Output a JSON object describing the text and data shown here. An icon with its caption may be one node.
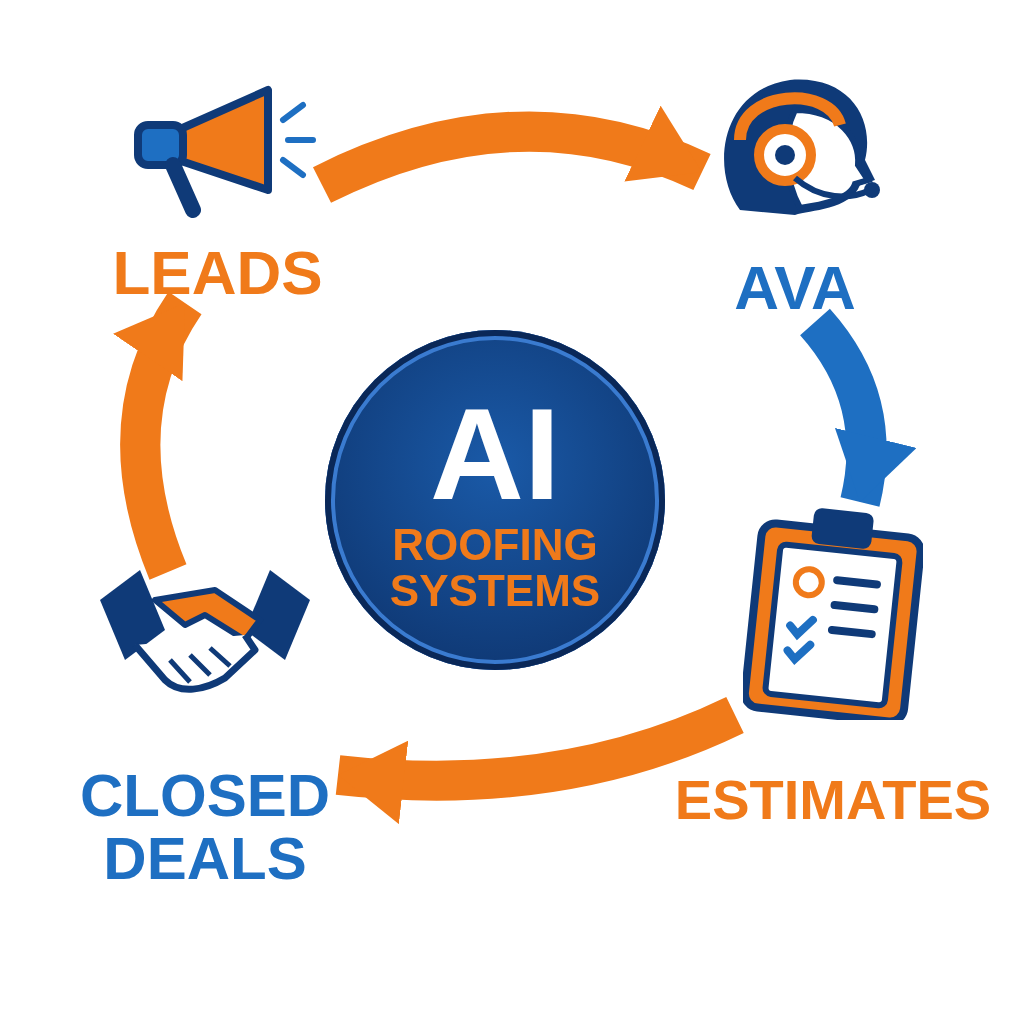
{
  "diagram": {
    "nodes": [
      {
        "text": [
          "LEADS"
        ]
      },
      {
        "text": [
          "AVA"
        ]
      },
      {
        "text": [
          "ESTIMATES"
        ]
      },
      {
        "text": [
          "CLOSED DEALS"
        ]
      },
      {
        "text": [
          "AI",
          "ROOFING SYSTEMS"
        ]
      }
    ],
    "edges": [
      {
        "from": 0,
        "to": 1,
        "arrow": "to"
      },
      {
        "from": 1,
        "to": 2,
        "arrow": "to",
        "color": "#1e6fc2"
      },
      {
        "from": 2,
        "to": 3,
        "arrow": "to"
      },
      {
        "from": 3,
        "to": 0,
        "arrow": "to"
      }
    ]
  }
}
